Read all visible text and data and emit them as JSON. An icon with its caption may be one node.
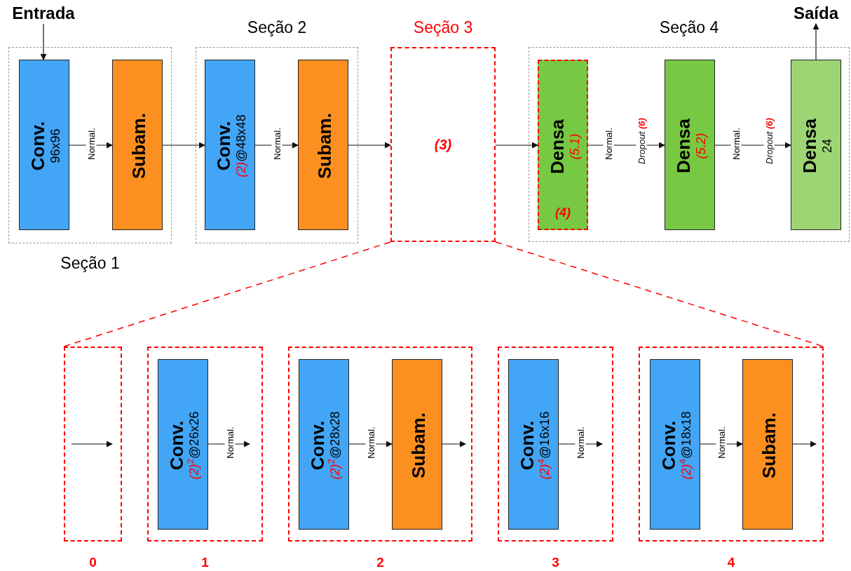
{
  "diagram": {
    "nodes": [
      {
        "text": [
          "Entrada"
        ]
      },
      {
        "text": [
          "Seção 1"
        ]
      },
      {
        "text": [
          "Conv.",
          "96x96"
        ],
        "in": 1
      },
      {
        "text": [
          "Subam."
        ],
        "in": 1
      },
      {
        "text": [
          "Seção 2"
        ]
      },
      {
        "text": [
          "Conv.",
          "*(2)*@48x48"
        ],
        "in": 4
      },
      {
        "text": [
          "Subam."
        ],
        "in": 4
      },
      {
        "text": [
          "Seção 3",
          "(3)"
        ]
      },
      {
        "text": [
          "Seção 4"
        ]
      },
      {
        "text": [
          "Densa",
          "(5.1)",
          "(4)"
        ],
        "in": 8
      },
      {
        "text": [
          "Densa",
          "(5.2)"
        ],
        "in": 8
      },
      {
        "text": [
          "Densa",
          "24"
        ],
        "in": 8
      },
      {
        "text": [
          "Saída"
        ]
      },
      {
        "text": [
          "0"
        ]
      },
      {
        "text": [
          "1"
        ]
      },
      {
        "text": [
          "Conv.",
          "*(2)*$^{2}$@26x26"
        ],
        "in": 14
      },
      {
        "text": [
          "2"
        ]
      },
      {
        "text": [
          "Conv.",
          "*(2)*$^{2}$@28x28"
        ],
        "in": 16
      },
      {
        "text": [
          "Subam."
        ],
        "in": 16
      },
      {
        "text": [
          "3"
        ]
      },
      {
        "text": [
          "Conv.",
          "*(2)*$^{4}$@16x16"
        ],
        "in": 19
      },
      {
        "text": [
          "4"
        ]
      },
      {
        "text": [
          "Conv.",
          "*(2)*$^{4}$@18x18"
        ],
        "in": 21
      },
      {
        "text": [
          "Subam."
        ],
        "in": 21
      }
    ],
    "edges": [
      {
        "from": 0,
        "to": 2,
        "arrow": "to"
      },
      {
        "from": 2,
        "to": 3,
        "arrow": "to",
        "label": "Normal."
      },
      {
        "from": 3,
        "to": 5,
        "arrow": "to"
      },
      {
        "from": 5,
        "to": 6,
        "arrow": "to",
        "label": "Normal."
      },
      {
        "from": 6,
        "to": 7,
        "arrow": "to"
      },
      {
        "from": 7,
        "to": 9,
        "arrow": "to"
      },
      {
        "from": 9,
        "to": 10,
        "arrow": "to",
        "label": "Normal."
      },
      {
        "from": 10,
        "to": 11,
        "arrow": "to",
        "label": "Normal."
      },
      {
        "from": 11,
        "to": 12,
        "arrow": "to"
      },
      {
        "from": 7,
        "to": 13,
        "arrow": "none",
        "style": "dashed",
        "color": "#ff0000"
      },
      {
        "from": 7,
        "to": 21,
        "arrow": "none",
        "style": "dashed",
        "color": "#ff0000"
      },
      {
        "from": 15,
        "to": null,
        "arrow": "to",
        "label": "Normal."
      },
      {
        "from": 17,
        "to": 18,
        "arrow": "to",
        "label": "Normal."
      },
      {
        "from": 18,
        "to": null,
        "arrow": "to"
      },
      {
        "from": 20,
        "to": null,
        "arrow": "to",
        "label": "Normal."
      },
      {
        "from": 22,
        "to": 23,
        "arrow": "to",
        "label": "Normal."
      },
      {
        "from": 23,
        "to": null,
        "arrow": "to"
      }
    ],
    "labels": [
      "Dropout **(6)**",
      "Dropout **(6)**"
    ]
  }
}
